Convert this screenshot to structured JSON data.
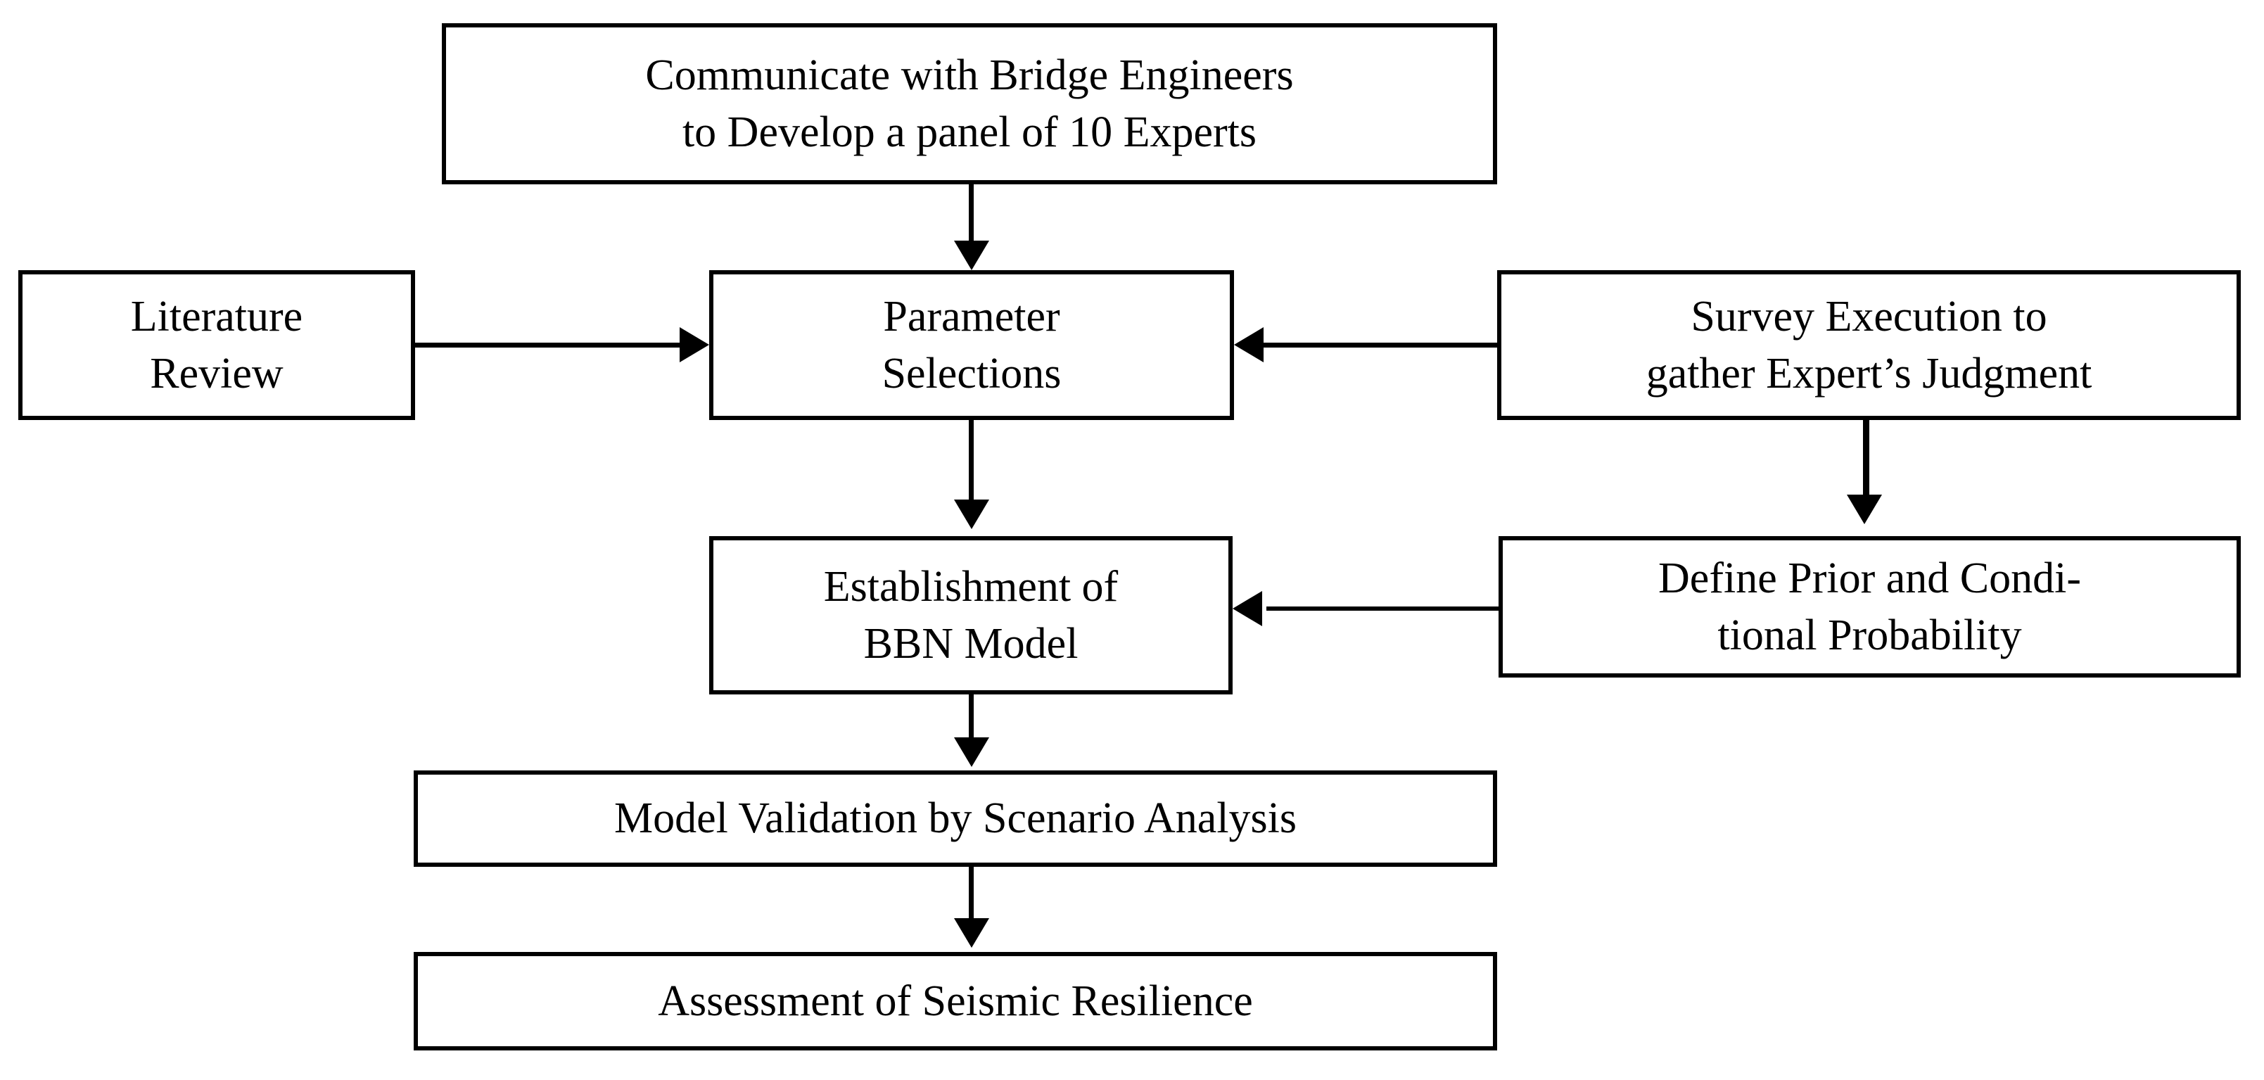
{
  "diagram": {
    "type": "flowchart",
    "title": "",
    "background_color": "#ffffff",
    "stroke_color": "#000000",
    "nodes": [
      {
        "id": "communicate",
        "label": "Communicate with Bridge Engineers\nto Develop a panel of 10 Experts",
        "shape": "rectangle"
      },
      {
        "id": "literature",
        "label": "Literature\nReview",
        "shape": "rectangle"
      },
      {
        "id": "parameter",
        "label": "Parameter\nSelections",
        "shape": "rectangle"
      },
      {
        "id": "survey",
        "label": "Survey Execution to\ngather Expert’s Judgment",
        "shape": "rectangle"
      },
      {
        "id": "bbn",
        "label": "Establishment of\nBBN Model",
        "shape": "rectangle"
      },
      {
        "id": "prior",
        "label": "Define Prior and Condi-\ntional Probability",
        "shape": "rectangle"
      },
      {
        "id": "validation",
        "label": "Model Validation by Scenario Analysis",
        "shape": "rectangle"
      },
      {
        "id": "assessment",
        "label": "Assessment of Seismic Resilience",
        "shape": "rectangle"
      }
    ],
    "edges": [
      {
        "id": "comm-param",
        "from": "communicate",
        "to": "parameter",
        "direction": "down",
        "label": ""
      },
      {
        "id": "lit-param",
        "from": "literature",
        "to": "parameter",
        "direction": "right",
        "label": ""
      },
      {
        "id": "survey-param",
        "from": "survey",
        "to": "parameter",
        "direction": "left",
        "label": ""
      },
      {
        "id": "param-bbn",
        "from": "parameter",
        "to": "bbn",
        "direction": "down",
        "label": ""
      },
      {
        "id": "survey-prior",
        "from": "survey",
        "to": "prior",
        "direction": "down",
        "label": ""
      },
      {
        "id": "prior-bbn",
        "from": "prior",
        "to": "bbn",
        "direction": "left",
        "label": ""
      },
      {
        "id": "bbn-val",
        "from": "bbn",
        "to": "validation",
        "direction": "down",
        "label": ""
      },
      {
        "id": "val-assess",
        "from": "validation",
        "to": "assessment",
        "direction": "down",
        "label": ""
      }
    ]
  }
}
